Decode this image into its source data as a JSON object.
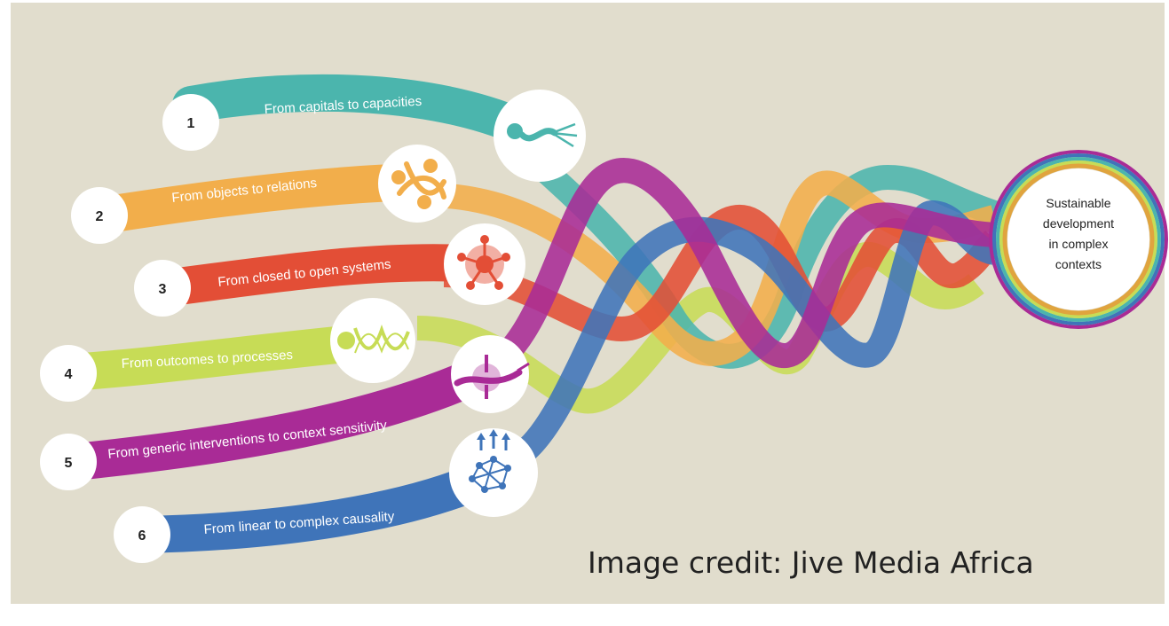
{
  "colors": {
    "background": "#e1ddcd",
    "teal": "#4bb5ad",
    "orange": "#f2ae4b",
    "red": "#e34e36",
    "lime": "#c7dc56",
    "magenta": "#a92b96",
    "blue": "#3f74b9"
  },
  "shifts": [
    {
      "number": "1",
      "label": "From capitals to capacities",
      "color": "#4bb5ad",
      "icon": "branching-flow-icon"
    },
    {
      "number": "2",
      "label": "From objects to relations",
      "color": "#f2ae4b",
      "icon": "interlinked-figures-icon"
    },
    {
      "number": "3",
      "label": "From closed to open systems",
      "color": "#e34e36",
      "icon": "open-network-icon"
    },
    {
      "number": "4",
      "label": "From outcomes to processes",
      "color": "#c7dc56",
      "icon": "helix-icon"
    },
    {
      "number": "5",
      "label": "From generic interventions to context sensitivity",
      "color": "#a92b96",
      "icon": "converging-arrows-icon"
    },
    {
      "number": "6",
      "label": "From linear to complex causality",
      "color": "#3f74b9",
      "icon": "network-arrows-icon"
    }
  ],
  "goal": {
    "lines": [
      "Sustainable",
      "development",
      "in complex",
      "contexts"
    ]
  },
  "credit": "Image credit: Jive Media Africa"
}
